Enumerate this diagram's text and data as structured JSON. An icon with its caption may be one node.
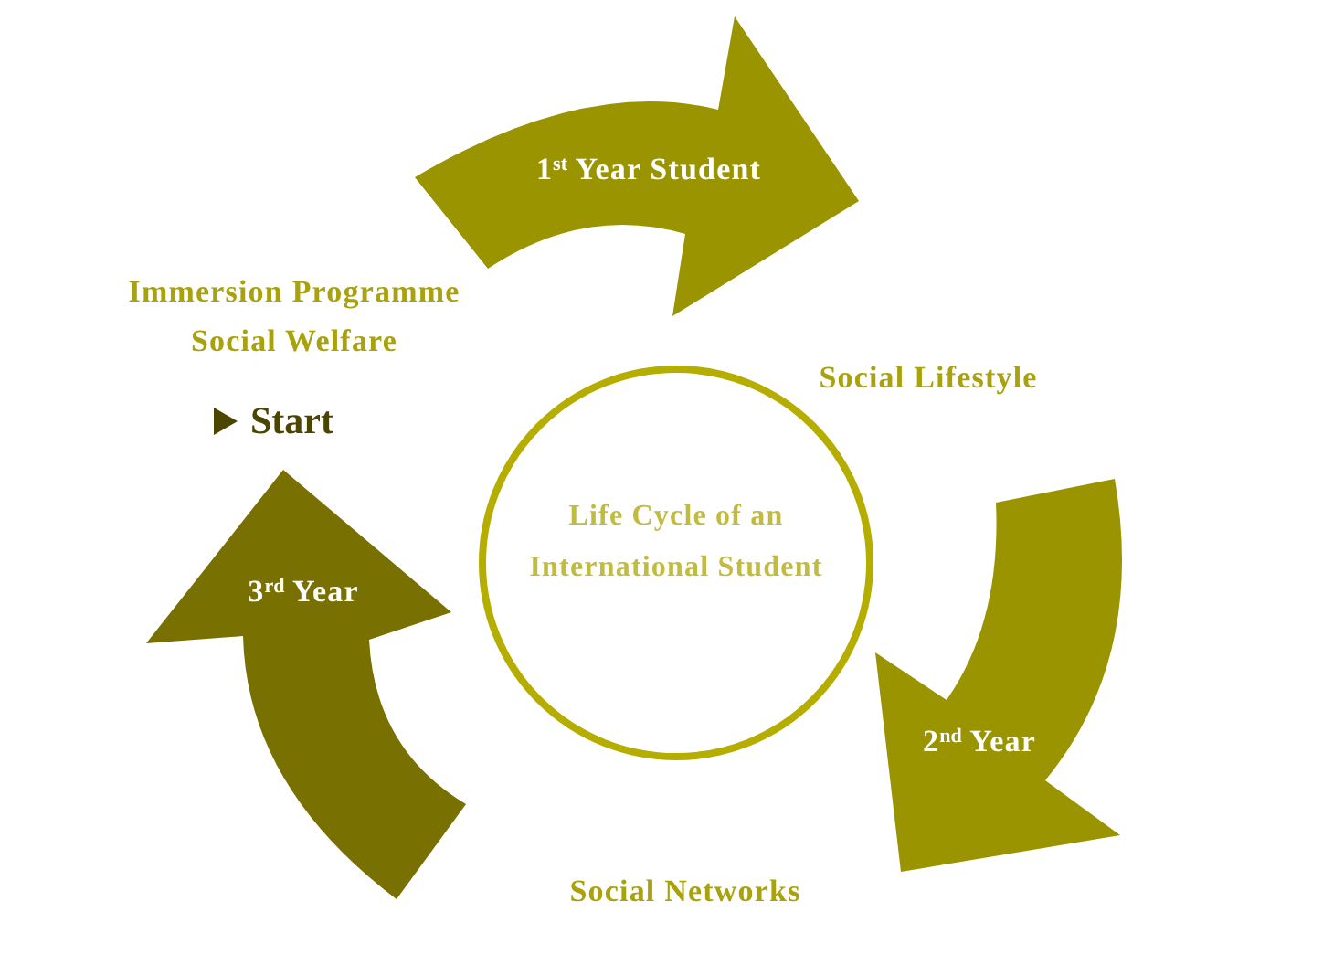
{
  "diagram": {
    "nodes": [
      {
        "text": [
          "1$^{st}$ Year Student"
        ]
      },
      {
        "text": [
          "Life Cycle of an International Student"
        ]
      },
      {
        "text": [
          "3$^{rd}$ Year"
        ]
      },
      {
        "text": [
          "2$^{nd}$ Year"
        ]
      }
    ],
    "labels": [
      "Immersion Programme",
      "Social Welfare",
      "Social Lifestyle",
      "Start",
      "Social Networks"
    ]
  }
}
